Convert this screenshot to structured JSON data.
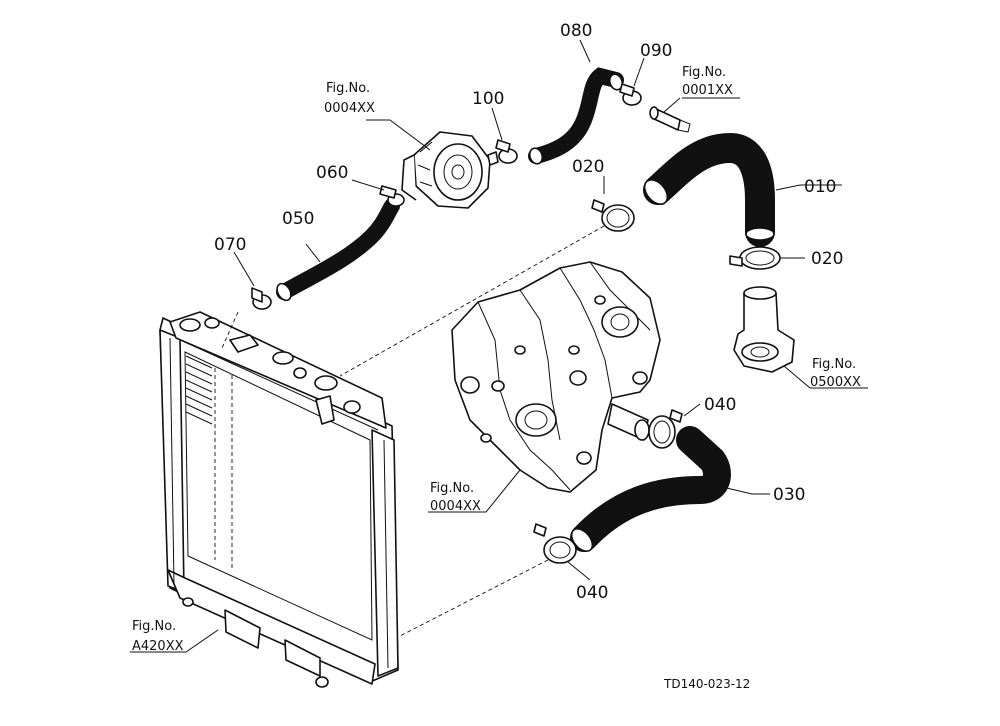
{
  "callouts": {
    "p010": "010",
    "p020a": "020",
    "p020b": "020",
    "p030": "030",
    "p040a": "040",
    "p040b": "040",
    "p050": "050",
    "p060": "060",
    "p070": "070",
    "p080": "080",
    "p090": "090",
    "p100": "100"
  },
  "references": {
    "oil_cooler": {
      "prefix": "Fig.No.",
      "code": "0004XX"
    },
    "nozzle": {
      "prefix": "Fig.No.",
      "code": "0001XX"
    },
    "thermostat": {
      "prefix": "Fig.No.",
      "code": "0500XX"
    },
    "gear_case": {
      "prefix": "Fig.No.",
      "code": "0004XX"
    },
    "radiator": {
      "prefix": "Fig.No.",
      "code": "A420XX"
    }
  },
  "drawing_id": "TD140-023-12"
}
